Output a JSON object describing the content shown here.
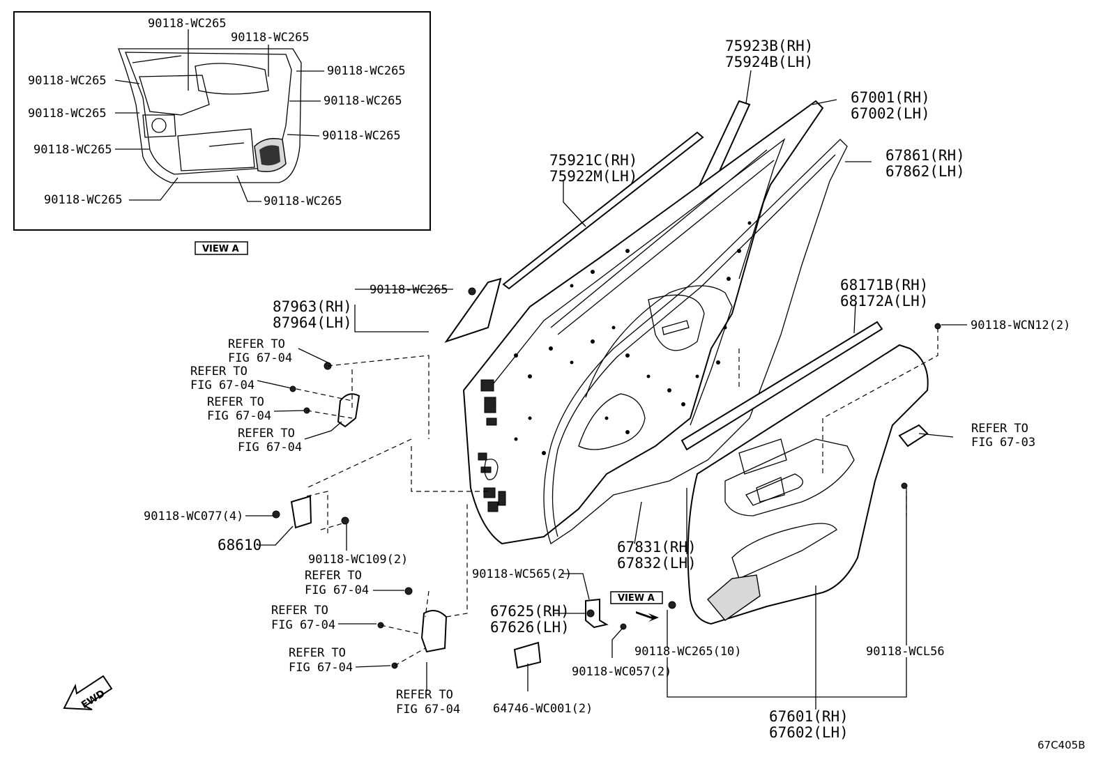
{
  "view_box": {
    "label": "VIEW A"
  },
  "view_a_labels": {
    "top1": "90118-WC265",
    "top2": "90118-WC265",
    "left1": "90118-WC265",
    "left2": "90118-WC265",
    "left3": "90118-WC265",
    "left4": "90118-WC265",
    "right1": "90118-WC265",
    "right2": "90118-WC265",
    "right3": "90118-WC265",
    "bottom": "90118-WC265"
  },
  "parts": {
    "p75923": [
      "75923B(RH)",
      "75924B(LH)"
    ],
    "p67001": [
      "67001(RH)",
      "67002(LH)"
    ],
    "p67861": [
      "67861(RH)",
      "67862(LH)"
    ],
    "p75921": [
      "75921C(RH)",
      "75922M(LH)"
    ],
    "p68171": [
      "68171B(RH)",
      "68172A(LH)"
    ],
    "p87963": [
      "87963(RH)",
      "87964(LH)"
    ],
    "p67831": [
      "67831(RH)",
      "67832(LH)"
    ],
    "p67625": [
      "67625(RH)",
      "67626(LH)"
    ],
    "p67601": [
      "67601(RH)",
      "67602(LH)"
    ],
    "p68610": "68610",
    "w90118_wc265_main": "90118-WC265",
    "w90118_wcn12": "90118-WCN12(2)",
    "w90118_wc077": "90118-WC077(4)",
    "w90118_wc109": "90118-WC109(2)",
    "w90118_wc565": "90118-WC565(2)",
    "w90118_wc265_10": "90118-WC265(10)",
    "w90118_wcl56": "90118-WCL56",
    "w90118_wc057": "90118-WC057(2)",
    "w64746": "64746-WC001(2)"
  },
  "refer": {
    "r1": [
      "REFER TO",
      "FIG 67-04"
    ],
    "r2": [
      "REFER TO",
      "FIG 67-04"
    ],
    "r3": [
      "REFER TO",
      "FIG 67-04"
    ],
    "r4": [
      "REFER TO",
      "FIG 67-04"
    ],
    "r5": [
      "REFER TO",
      "FIG 67-04"
    ],
    "r6": [
      "REFER TO",
      "FIG 67-04"
    ],
    "r7": [
      "REFER TO",
      "FIG 67-04"
    ],
    "r8": [
      "REFER TO",
      "FIG 67-04"
    ],
    "r9": [
      "REFER TO",
      "FIG 67-03"
    ]
  },
  "view_a_tag": "VIEW A",
  "fwd": "FWD",
  "diagram_code": "67C405B"
}
